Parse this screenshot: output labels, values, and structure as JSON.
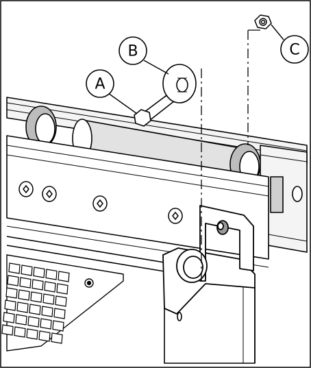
{
  "colors": {
    "line": "#000000",
    "background": "#ffffff",
    "shade_light": "#e6e6e6",
    "shade_mid": "#cfcfcf",
    "shade_dark": "#9a9a9a"
  },
  "callouts": [
    {
      "id": "A",
      "label": "A",
      "part": "hex-bolt"
    },
    {
      "id": "B",
      "label": "B",
      "part": "washer"
    },
    {
      "id": "C",
      "label": "C",
      "part": "hex-nut"
    }
  ]
}
